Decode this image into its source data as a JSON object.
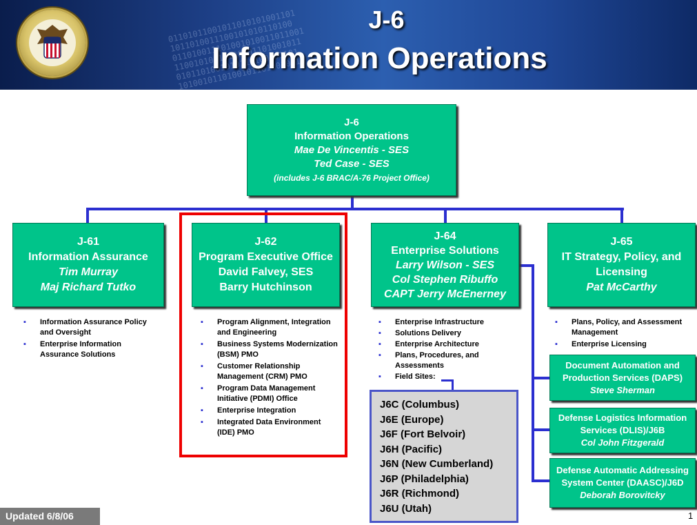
{
  "header": {
    "title_line1": "J-6",
    "title_line2": "Information Operations",
    "binary_text": "01101011001011010101001101\n1011010011100101010110100\n011010011101001010011011001\n11001010110100101101001011\n0101101001010110100101101\n10100101101001011010010110"
  },
  "top_box": {
    "line1": "J-6",
    "line2": "Information Operations",
    "line3": "Mae De Vincentis - SES",
    "line4": "Ted Case - SES",
    "line5": "(includes J-6 BRAC/A-76 Project Office)"
  },
  "j61": {
    "code": "J-61",
    "name": "Information Assurance",
    "person1": "Tim Murray",
    "person2": "Maj Richard Tutko",
    "bullets": [
      "Information Assurance Policy and Oversight",
      "Enterprise Information Assurance Solutions"
    ]
  },
  "j62": {
    "code": "J-62",
    "name": "Program Executive Office",
    "person1": "David Falvey, SES",
    "person2": "Barry Hutchinson",
    "bullets": [
      "Program Alignment, Integration and Engineering",
      "Business Systems Modernization (BSM) PMO",
      "Customer Relationship Management (CRM) PMO",
      "Program Data Management Initiative (PDMI) Office",
      "Enterprise Integration",
      "Integrated Data Environment (IDE) PMO"
    ]
  },
  "j64": {
    "code": "J-64",
    "name": "Enterprise Solutions",
    "person1": "Larry Wilson - SES",
    "person2": "Col Stephen Ribuffo",
    "person3": "CAPT Jerry McEnerney",
    "bullets": [
      "Enterprise Infrastructure",
      "Solutions Delivery",
      "Enterprise Architecture",
      "Plans, Procedures, and Assessments",
      "Field Sites:"
    ],
    "field_sites": [
      "J6C (Columbus)",
      "J6E (Europe)",
      "J6F (Fort Belvoir)",
      "J6H (Pacific)",
      "J6N (New Cumberland)",
      "J6P (Philadelphia)",
      "J6R (Richmond)",
      "J6U (Utah)"
    ]
  },
  "j65": {
    "code": "J-65",
    "name_line1": "IT Strategy, Policy, and",
    "name_line2": "Licensing",
    "person1": "Pat McCarthy",
    "bullets": [
      "Plans, Policy, and Assessment Management",
      "Enterprise Licensing"
    ]
  },
  "daps": {
    "line1": "Document Automation and",
    "line2": "Production Services (DAPS)",
    "person": "Steve Sherman"
  },
  "dlis": {
    "line1": "Defense Logistics Information",
    "line2": "Services (DLIS)/J6B",
    "person": "Col John Fitzgerald"
  },
  "daasc": {
    "line1": "Defense Automatic Addressing",
    "line2": "System Center (DAASC)/J6D",
    "person": "Deborah Borovitcky"
  },
  "footer": {
    "updated": "Updated 6/8/06",
    "page_number": "1"
  },
  "colors": {
    "box_fill": "#00c48a",
    "connector": "#2b2fd0",
    "highlight": "#ee0000",
    "header_blue": "#1d3f86"
  },
  "bullet_glyph": "▪"
}
